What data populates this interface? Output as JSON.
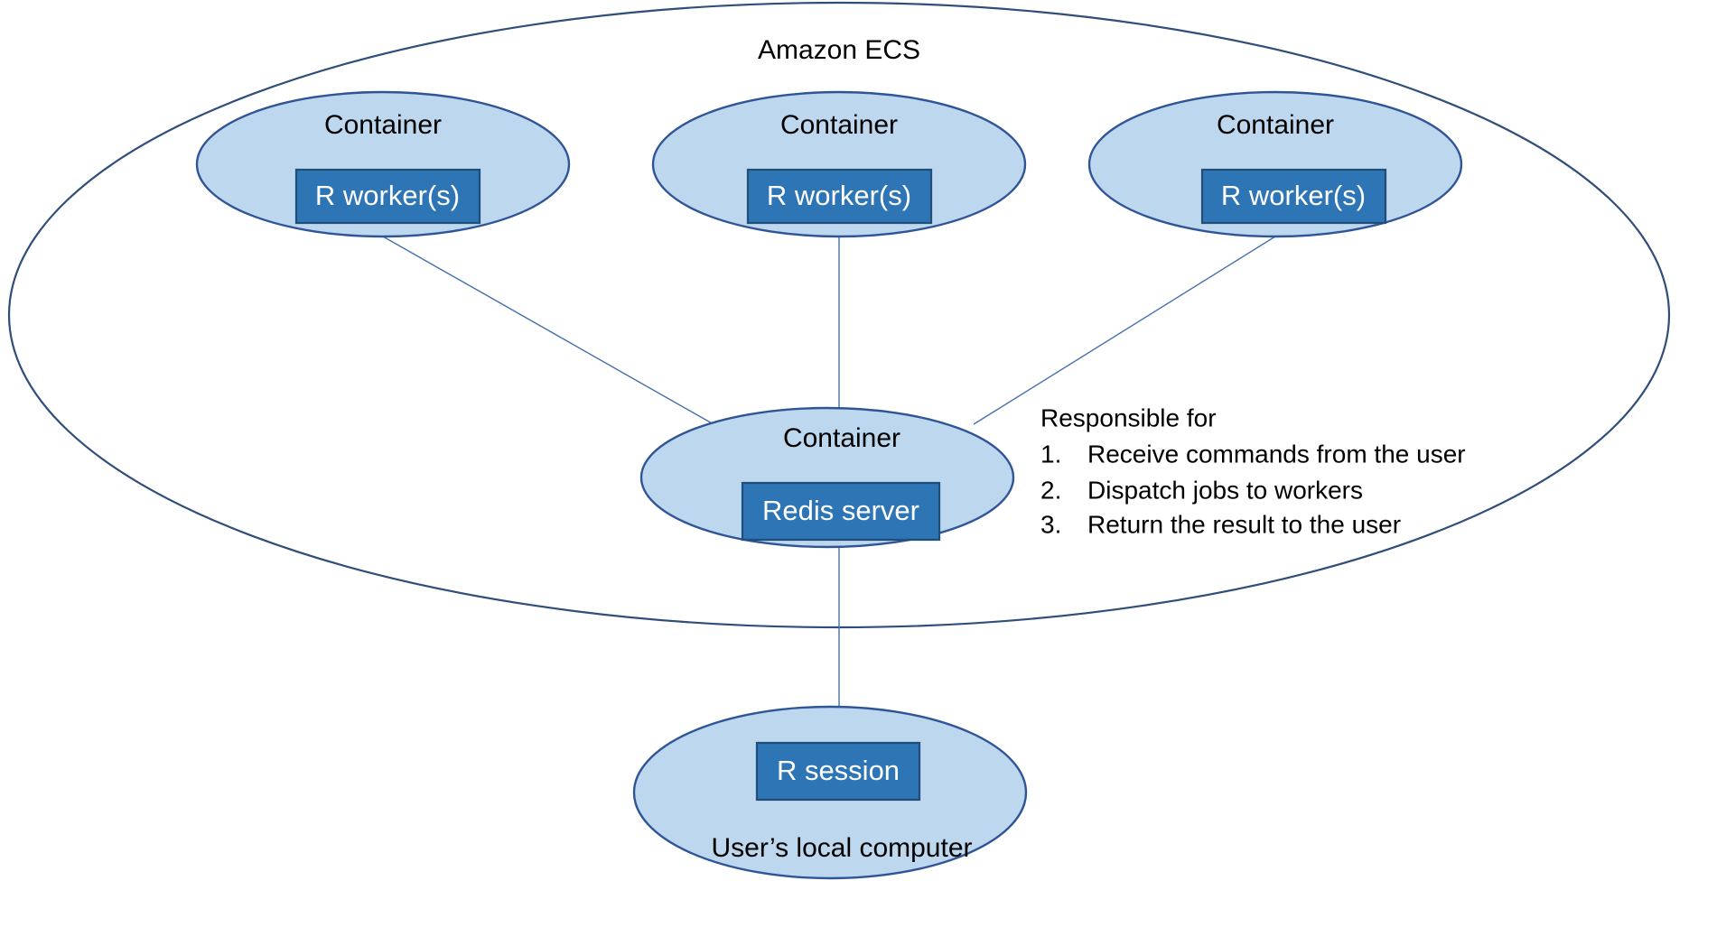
{
  "diagram": {
    "title": "Amazon ECS",
    "boundary_label": "Amazon ECS",
    "workers": [
      {
        "node_label": "Container",
        "box_label": "R worker(s)"
      },
      {
        "node_label": "Container",
        "box_label": "R worker(s)"
      },
      {
        "node_label": "Container",
        "box_label": "R worker(s)"
      }
    ],
    "broker": {
      "node_label": "Container",
      "box_label": "Redis server"
    },
    "client": {
      "box_label": "R session",
      "caption": "User’s local computer"
    },
    "responsibilities": {
      "heading": "Responsible for",
      "items": [
        {
          "num": "1.",
          "text": "Receive commands from the user"
        },
        {
          "num": "2.",
          "text": "Dispatch jobs to workers"
        },
        {
          "num": "3.",
          "text": "Return the result to the user"
        }
      ]
    },
    "colors": {
      "node_fill": "#bdd7ee",
      "node_stroke": "#2f5597",
      "box_fill": "#2e75b6",
      "box_stroke": "#1f4e79",
      "boundary_stroke": "#2f4e79",
      "connector": "#4472a8",
      "text": "#000000",
      "box_text": "#ffffff",
      "background": "#ffffff"
    }
  }
}
